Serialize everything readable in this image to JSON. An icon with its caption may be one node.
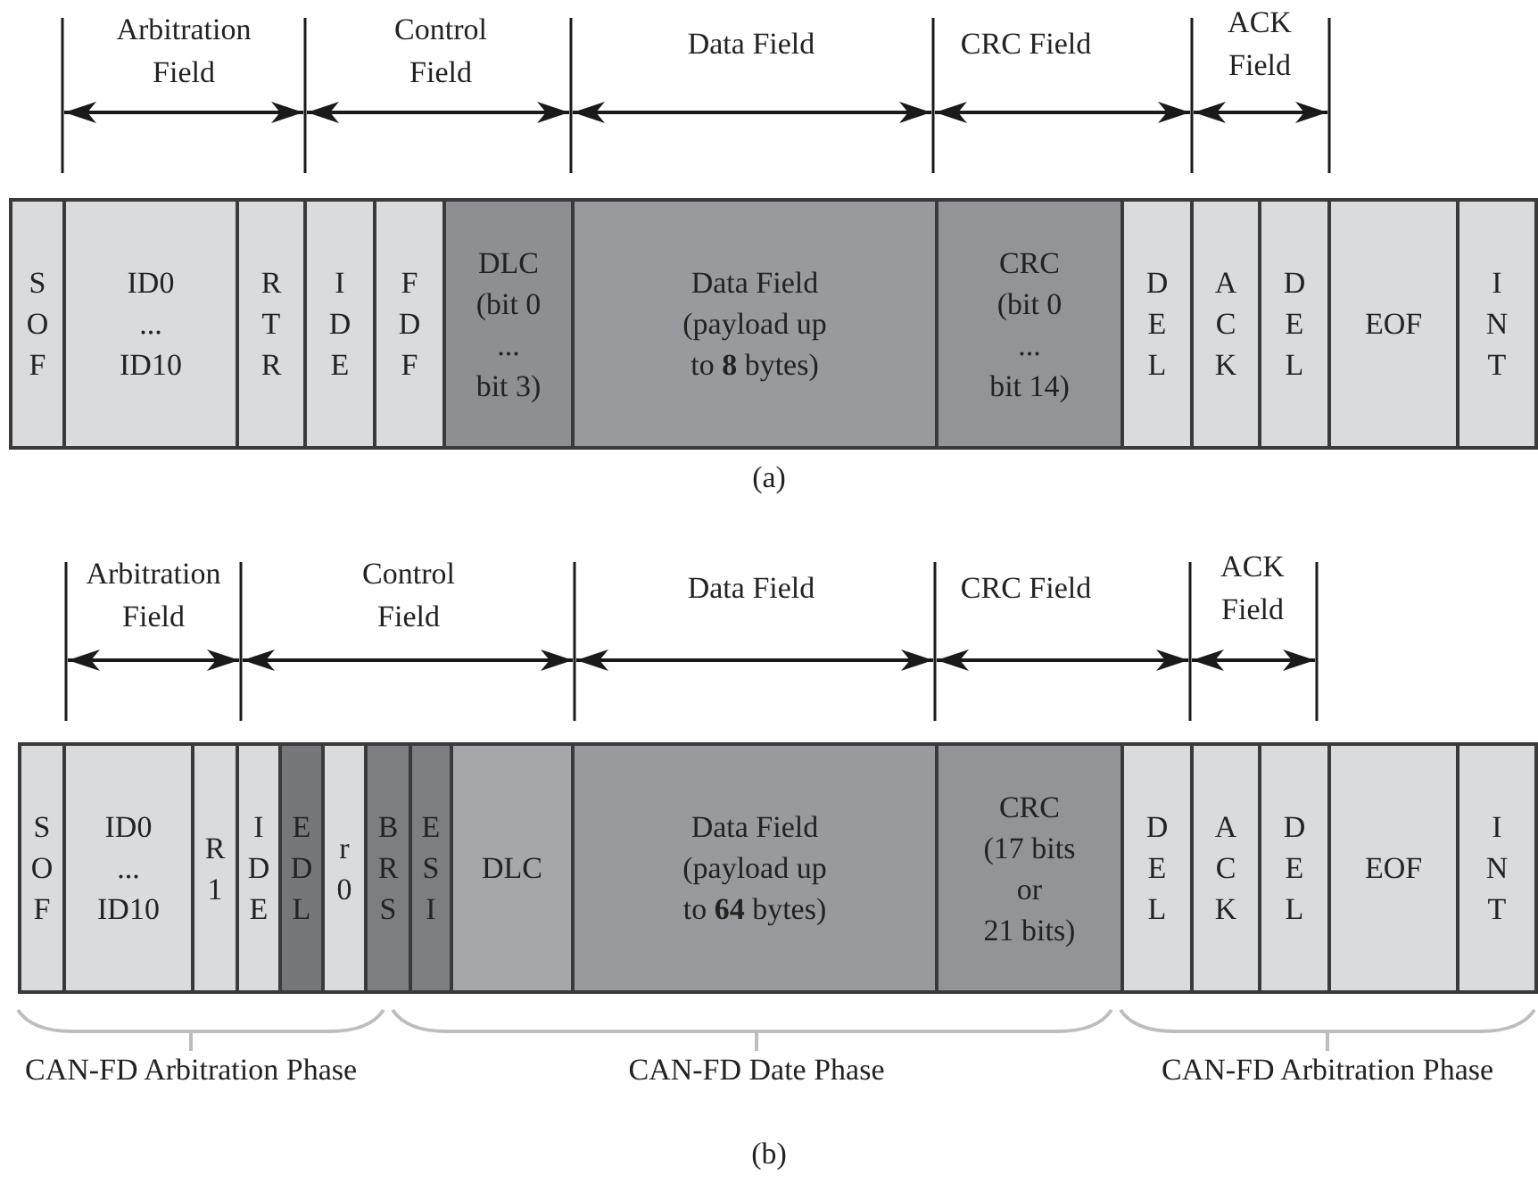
{
  "diagram": {
    "nodes": [
      {
        "text": [
          "S O F"
        ]
      },
      {
        "text": [
          "ID0 ... ID10"
        ]
      },
      {
        "text": [
          "R T R"
        ]
      },
      {
        "text": [
          "I D E"
        ]
      },
      {
        "text": [
          "F D F"
        ]
      },
      {
        "text": [
          "DLC (bit 0 ... bit 3)"
        ]
      },
      {
        "text": [
          "Data Field (payload up to **8** bytes)"
        ]
      },
      {
        "text": [
          "CRC (bit 0 ... bit 14)"
        ]
      },
      {
        "text": [
          "D E L"
        ]
      },
      {
        "text": [
          "A C K"
        ]
      },
      {
        "text": [
          "D E L"
        ]
      },
      {
        "text": [
          "EOF"
        ]
      },
      {
        "text": [
          "I N T"
        ]
      },
      {
        "text": [
          "S O F"
        ]
      },
      {
        "text": [
          "ID0 ... ID10"
        ]
      },
      {
        "text": [
          "R 1"
        ]
      },
      {
        "text": [
          "I D E"
        ]
      },
      {
        "text": [
          "E D L"
        ]
      },
      {
        "text": [
          "r 0"
        ]
      },
      {
        "text": [
          "B R S"
        ]
      },
      {
        "text": [
          "E S I"
        ]
      },
      {
        "text": [
          "DLC"
        ]
      },
      {
        "text": [
          "Data Field (payload up to **64** bytes)"
        ]
      },
      {
        "text": [
          "CRC (17 bits or 21 bits)"
        ]
      },
      {
        "text": [
          "D E L"
        ]
      },
      {
        "text": [
          "A C K"
        ]
      },
      {
        "text": [
          "D E L"
        ]
      },
      {
        "text": [
          "EOF"
        ]
      },
      {
        "text": [
          "I N T"
        ]
      }
    ],
    "labels": [
      "Arbitration Field",
      "Control Field",
      "Data Field",
      "CRC Field",
      "ACK Field",
      "(a)",
      "Arbitration Field",
      "Control Field",
      "Data Field",
      "CRC Field",
      "ACK Field",
      "CAN-FD Arbitration Phase",
      "CAN-FD Date Phase",
      "CAN-FD Arbitration Phase",
      "(b)"
    ]
  }
}
